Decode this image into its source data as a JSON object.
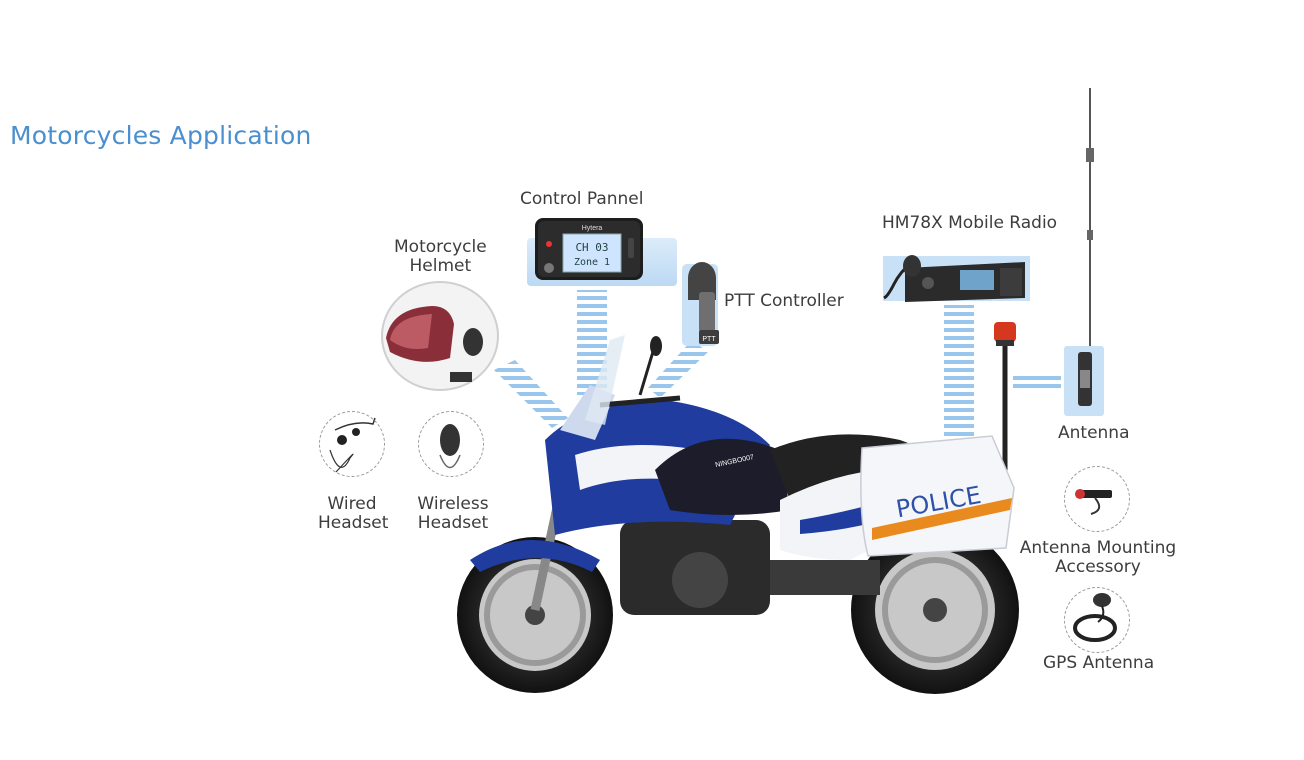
{
  "title": "Motorcycles Application",
  "labels": {
    "control_panel": "Control Pannel",
    "mobile_radio": "HM78X Mobile Radio",
    "helmet_line1": "Motorcycle",
    "helmet_line2": "Helmet",
    "ptt": "PTT Controller",
    "antenna": "Antenna",
    "wired_line1": "Wired",
    "wired_line2": "Headset",
    "wireless_line1": "Wireless",
    "wireless_line2": "Headset",
    "mount_line1": "Antenna Mounting",
    "mount_line2": "Accessory",
    "gps": "GPS Antenna"
  },
  "device_text": {
    "panel_brand": "Hytera",
    "panel_line1": "CH 03",
    "panel_line2": "Zone 1",
    "ptt_badge": "PTT",
    "police": "POLICE",
    "bike_badge": "NINGBO007"
  },
  "colors": {
    "title": "#4a8fcf",
    "connector": "#8ec0ea",
    "bike_blue": "#1f3c9e",
    "bike_white": "#f2f4f8",
    "police_text": "#2e50a8",
    "police_stripe": "#e98a1e"
  }
}
